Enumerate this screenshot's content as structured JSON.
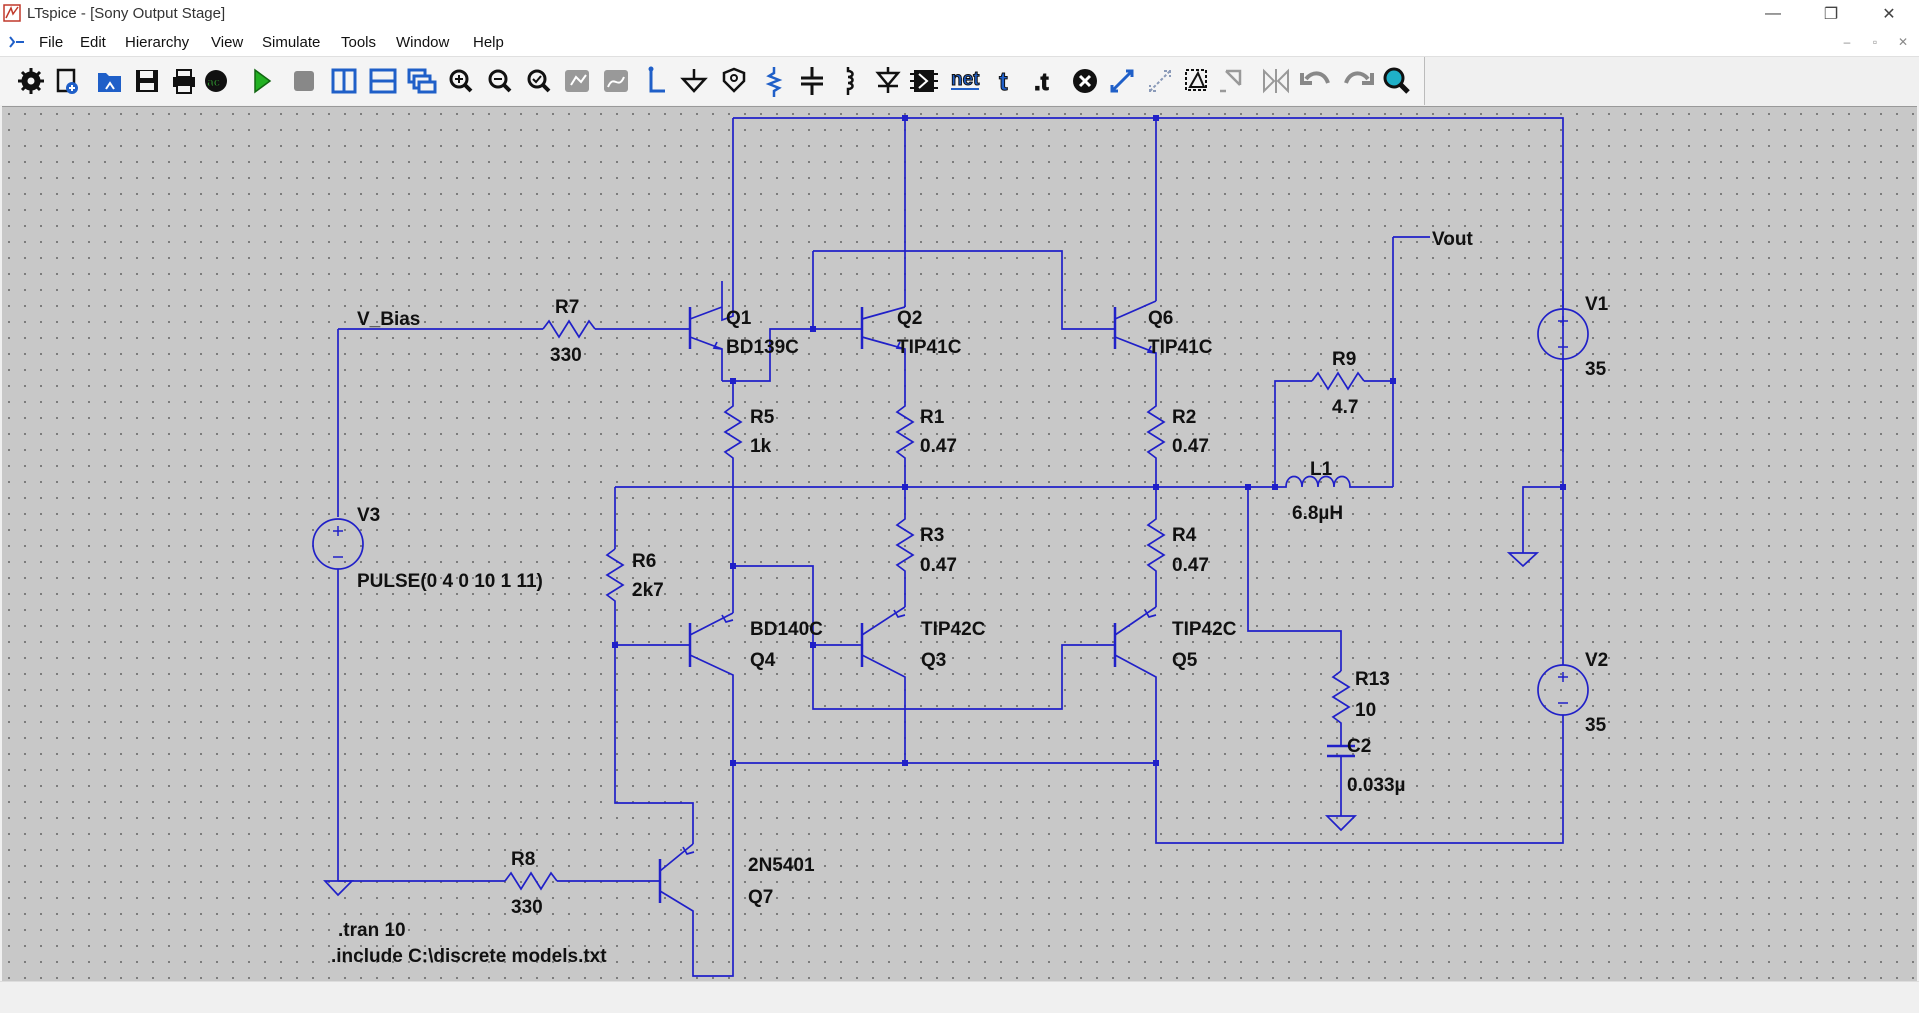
{
  "window": {
    "title": "LTspice - [Sony Output Stage]",
    "minimize": "—",
    "maximize": "❐",
    "close": "✕"
  },
  "menu": [
    "File",
    "Edit",
    "Hierarchy",
    "View",
    "Simulate",
    "Tools",
    "Window",
    "Help"
  ],
  "mdi": {
    "minimize": "–",
    "restore": "▫",
    "close": "✕"
  },
  "toolbar": [
    "settings-icon",
    "new-schematic-icon",
    "open-icon",
    "save-icon",
    "print-icon",
    "ac-analysis-icon",
    "run-icon",
    "halt-icon",
    "tile-vertical-icon",
    "tile-horizontal-icon",
    "cascade-icon",
    "zoom-in-icon",
    "zoom-out-icon",
    "zoom-fit-icon",
    "zoom-area-icon",
    "autoscale-icon",
    "wire-icon",
    "ground-icon",
    "label-net-icon",
    "resistor-icon",
    "capacitor-icon",
    "inductor-icon",
    "diode-icon",
    "component-icon",
    "spice-netlist-icon",
    "text-icon",
    "spice-directive-icon",
    "delete-icon",
    "move-icon",
    "drag-icon",
    "mirror-icon",
    "rotate-icon",
    "undo-icon",
    "redo-icon",
    "redo2-icon",
    "find-icon"
  ],
  "toolbar_labels": {
    "net": "net",
    "text": "t",
    "directive": ".t"
  },
  "colors": {
    "wire": "#2020c8",
    "canvas": "#c8c8c8",
    "text": "#111111",
    "toolbar_blue": "#1f5fc8"
  },
  "schematic": {
    "labels": {
      "v_bias": "V_Bias",
      "vout": "Vout"
    },
    "components": {
      "r7": {
        "name": "R7",
        "value": "330"
      },
      "q1": {
        "name": "Q1",
        "value": "BD139C"
      },
      "q2": {
        "name": "Q2",
        "value": "TIP41C"
      },
      "q6": {
        "name": "Q6",
        "value": "TIP41C"
      },
      "r5": {
        "name": "R5",
        "value": "1k"
      },
      "r1": {
        "name": "R1",
        "value": "0.47"
      },
      "r2": {
        "name": "R2",
        "value": "0.47"
      },
      "r9": {
        "name": "R9",
        "value": "4.7"
      },
      "l1": {
        "name": "L1",
        "value": "6.8µH"
      },
      "v1": {
        "name": "V1",
        "value": "35"
      },
      "v2": {
        "name": "V2",
        "value": "35"
      },
      "v3": {
        "name": "V3",
        "value": "PULSE(0 4 0 10 1 11)"
      },
      "r6": {
        "name": "R6",
        "value": "2k7"
      },
      "r3": {
        "name": "R3",
        "value": "0.47"
      },
      "r4": {
        "name": "R4",
        "value": "0.47"
      },
      "q4": {
        "name": "Q4",
        "value": "BD140C"
      },
      "q3": {
        "name": "Q3",
        "value": "TIP42C"
      },
      "q5": {
        "name": "Q5",
        "value": "TIP42C"
      },
      "r13": {
        "name": "R13",
        "value": "10"
      },
      "c2": {
        "name": "C2",
        "value": "0.033µ"
      },
      "r8": {
        "name": "R8",
        "value": "330"
      },
      "q7": {
        "name": "Q7",
        "value": "2N5401"
      }
    },
    "directives": {
      "tran": ".tran 10",
      "include": ".include C:\\discrete models.txt"
    }
  }
}
